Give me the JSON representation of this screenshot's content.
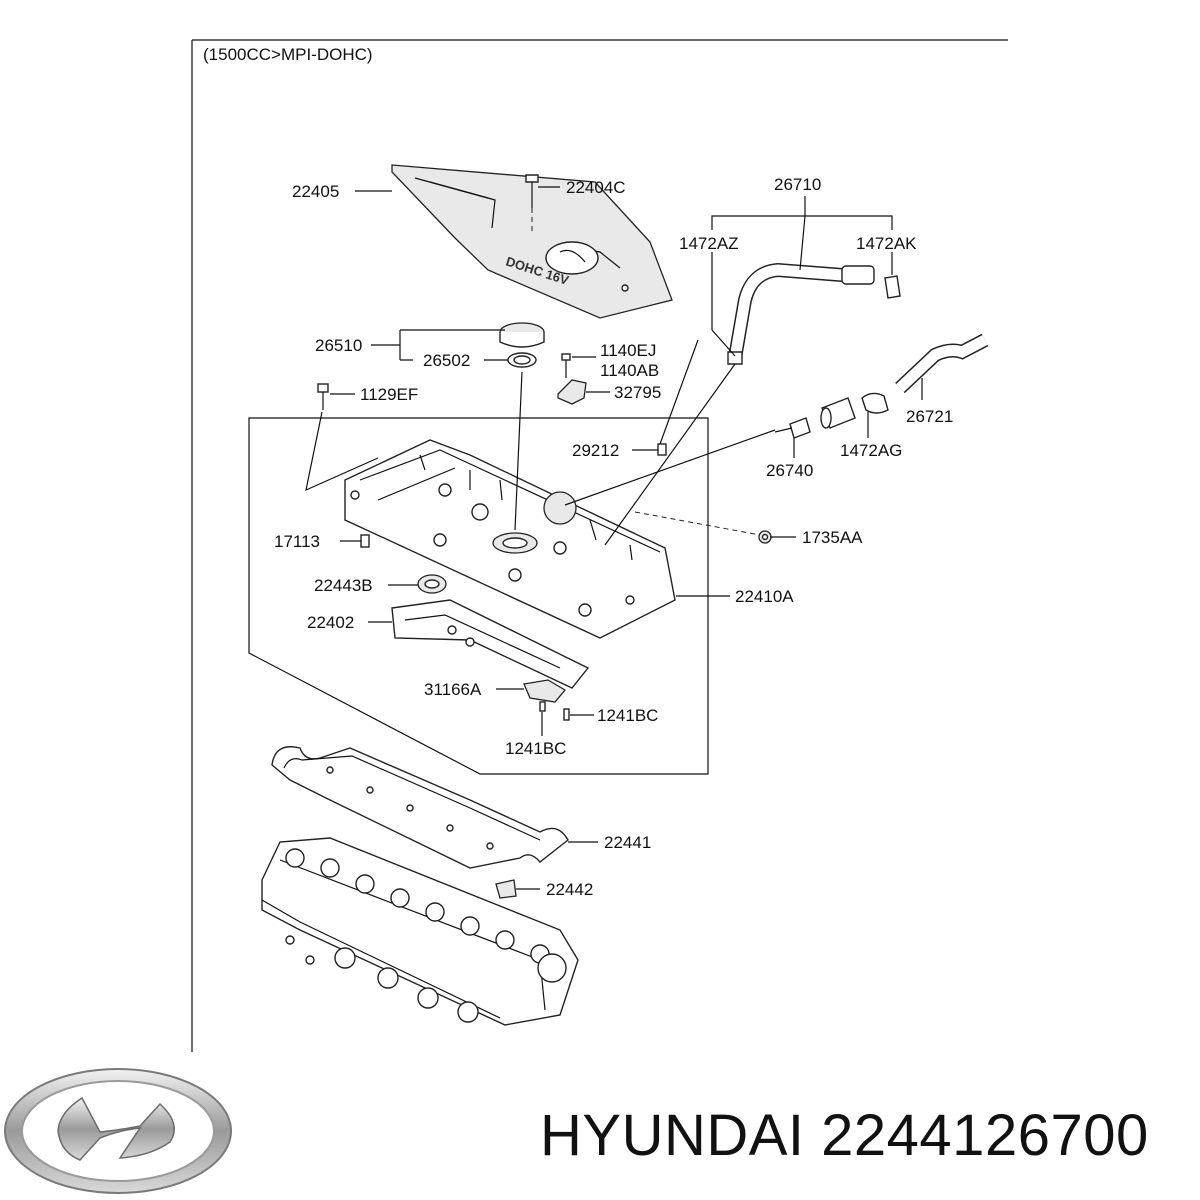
{
  "header": {
    "engine_spec": "(1500CC>MPI-DOHC)"
  },
  "labels": {
    "p22405": "22405",
    "p22404C": "22404C",
    "p26710": "26710",
    "p1472AZ": "1472AZ",
    "p1472AK": "1472AK",
    "p26510": "26510",
    "p26502": "26502",
    "p1140EJ": "1140EJ",
    "p1140AB": "1140AB",
    "p32795": "32795",
    "p1129EF": "1129EF",
    "p26721": "26721",
    "p29212": "29212",
    "p26740": "26740",
    "p1472AG": "1472AG",
    "p17113": "17113",
    "p1735AA": "1735AA",
    "p22443B": "22443B",
    "p22410A": "22410A",
    "p22402": "22402",
    "p31166A": "31166A",
    "p1241BC_a": "1241BC",
    "p1241BC_b": "1241BC",
    "p22441": "22441",
    "p22442": "22442"
  },
  "cover_text": "DOHC 16V",
  "footer": {
    "brand": "HYUNDAI",
    "part_number": "2244126700",
    "logo": "hyundai-logo"
  }
}
